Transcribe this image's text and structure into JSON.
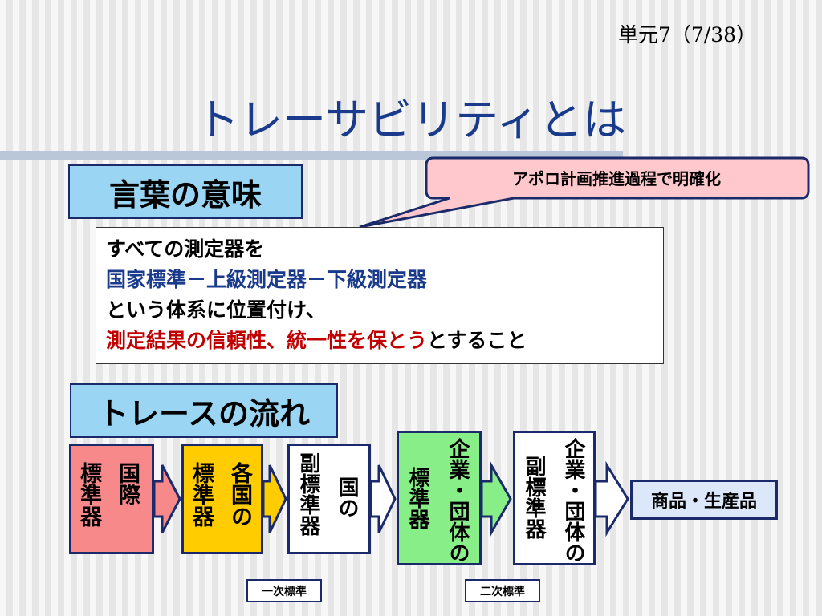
{
  "slide_number": "単元7（7/38）",
  "title": "トレーサビリティとは",
  "sections": {
    "meaning": "言葉の意味",
    "flow": "トレースの流れ"
  },
  "callout": "アポロ計画推進過程で明確化",
  "definition": {
    "line1": "すべての測定器を",
    "line2": "国家標準－上級測定器－下級測定器",
    "line3": "という体系に位置付け、",
    "line4_red": "測定結果の信頼性、統一性を保とう",
    "line4_tail": "とすること"
  },
  "flow_boxes": {
    "intl_col1": "国際",
    "intl_col2": "標準器",
    "nat_col1": "各国の",
    "nat_col2": "標準器",
    "natsub_col1": "国の",
    "natsub_col2": "副標準器",
    "corp_col1": "企業・団体の",
    "corp_col2": "標準器",
    "corpsub_col1": "企業・団体の",
    "corpsub_col2": "副標準器",
    "product": "商品・生産品"
  },
  "tags": {
    "primary": "一次標準",
    "secondary": "二次標準"
  },
  "colors": {
    "title": "#1a3a8c",
    "section_fill": "#9ad6f3",
    "callout_fill": "#ffc8cc",
    "intl_fill": "#f7898b",
    "nat_fill": "#ffcc00",
    "corp_fill": "#88ee88",
    "product_fill": "#dce8fa",
    "red_text": "#c00000"
  }
}
